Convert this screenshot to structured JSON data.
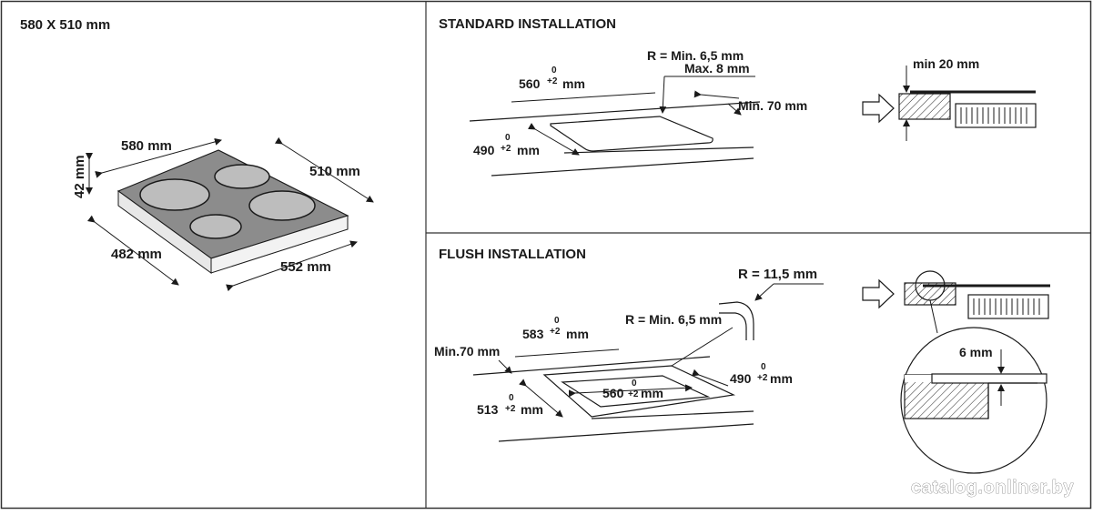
{
  "panels": {
    "product": {
      "title": "580 X 510 mm",
      "dims": {
        "width": "580 mm",
        "depth": "510 mm",
        "height": "42 mm",
        "front_width": "552 mm",
        "side_depth": "482 mm"
      }
    },
    "standard": {
      "title": "STANDARD INSTALLATION",
      "radius_min": "R = Min. 6,5 mm",
      "radius_max": "Max. 8 mm",
      "cut_width": "560",
      "cut_width_tol_top": "0",
      "cut_width_tol_bottom": "+2",
      "cut_depth": "490",
      "cut_depth_tol_top": "0",
      "cut_depth_tol_bottom": "+2",
      "unit": "mm",
      "edge_min": "Min. 70 mm",
      "clearance": "min 20 mm"
    },
    "flush": {
      "title": "FLUSH INSTALLATION",
      "outer_radius": "R = 11,5 mm",
      "inner_radius": "R = Min. 6,5 mm",
      "outer_width": "583",
      "outer_width_tol_top": "0",
      "outer_width_tol_bottom": "+2",
      "edge_min": "Min.70 mm",
      "inner_width": "560",
      "inner_width_tol_top": "0",
      "inner_width_tol_bottom": "+2",
      "inner_depth": "490",
      "inner_depth_tol_top": "0",
      "inner_depth_tol_bottom": "+2",
      "outer_depth": "513",
      "outer_depth_tol_top": "0",
      "outer_depth_tol_bottom": "+2",
      "unit": "mm",
      "recess": "6 mm"
    }
  },
  "watermark": "catalog.onliner.by",
  "colors": {
    "line": "#1a1a1a",
    "hob_top": "#8c8c8c",
    "burner": "#bdbdbd",
    "hatch": "#222222"
  }
}
